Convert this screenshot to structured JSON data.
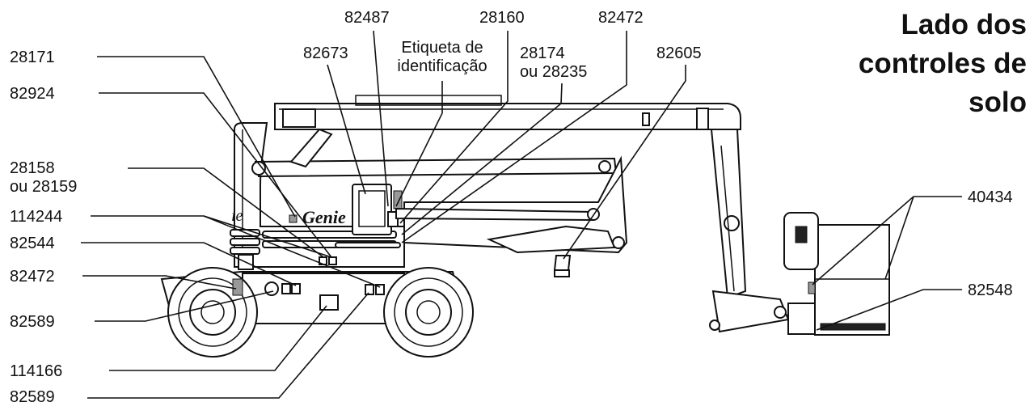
{
  "title": [
    "Lado dos",
    "controles de",
    "solo"
  ],
  "brand": "Genie",
  "model_mark": "ie",
  "labels": {
    "l28171": "28171",
    "l82924": "82924",
    "l28158": [
      "28158",
      "ou 28159"
    ],
    "l114244": "114244",
    "l82544": "82544",
    "l82472_left": "82472",
    "l82589_mid": "82589",
    "l114166": "114166",
    "l82589_bottom": "82589",
    "l82673": "82673",
    "l82487": "82487",
    "l_etiqueta": [
      "Etiqueta de",
      "identificação"
    ],
    "l28160": "28160",
    "l28174": [
      "28174",
      "ou 28235"
    ],
    "l82472_top": "82472",
    "l82605": "82605",
    "l40434": "40434",
    "l82548": "82548"
  },
  "colors": {
    "ink": "#111111",
    "background": "#ffffff",
    "decal_fill": "#999999"
  }
}
